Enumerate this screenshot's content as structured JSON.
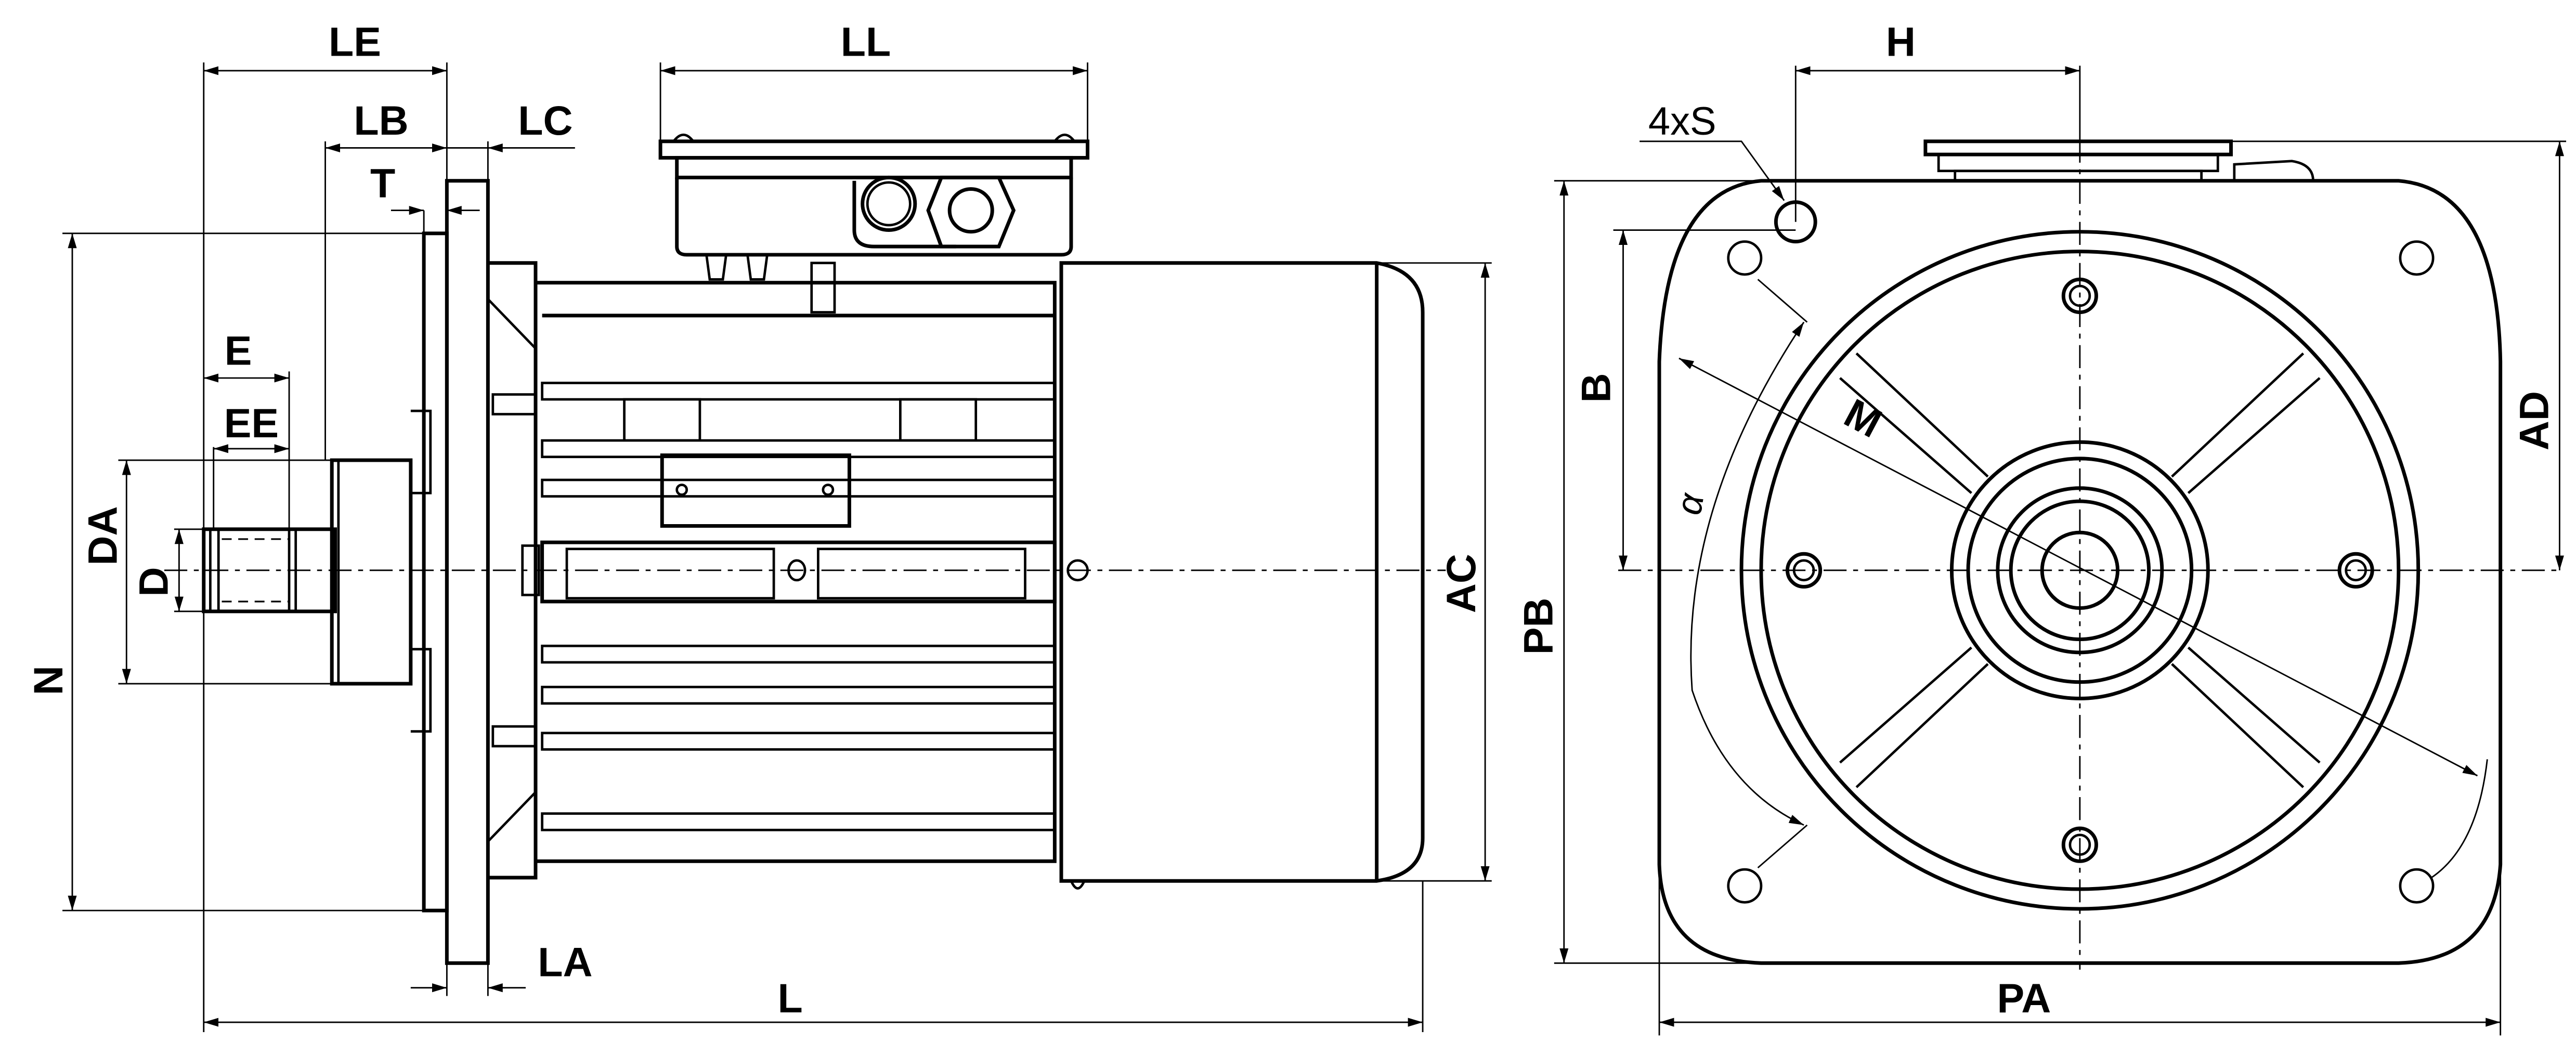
{
  "drawing": {
    "title": "Flange-mounted electric motor with brake - dimension drawing",
    "colors": {
      "line": "#000000",
      "background": "#ffffff"
    },
    "side_view": {
      "dimensions": {
        "LE": "LE",
        "LL": "LL",
        "LB": "LB",
        "LC": "LC",
        "T": "T",
        "E": "E",
        "EE": "EE",
        "DA": "DA",
        "D": "D",
        "N": "N",
        "AC": "AC",
        "LA": "LA",
        "L": "L"
      }
    },
    "end_view": {
      "dimensions": {
        "H": "H",
        "S": "4xS",
        "B": "B",
        "AD": "AD",
        "M": "M",
        "alpha": "α",
        "PB": "PB",
        "PA": "PA"
      }
    }
  }
}
